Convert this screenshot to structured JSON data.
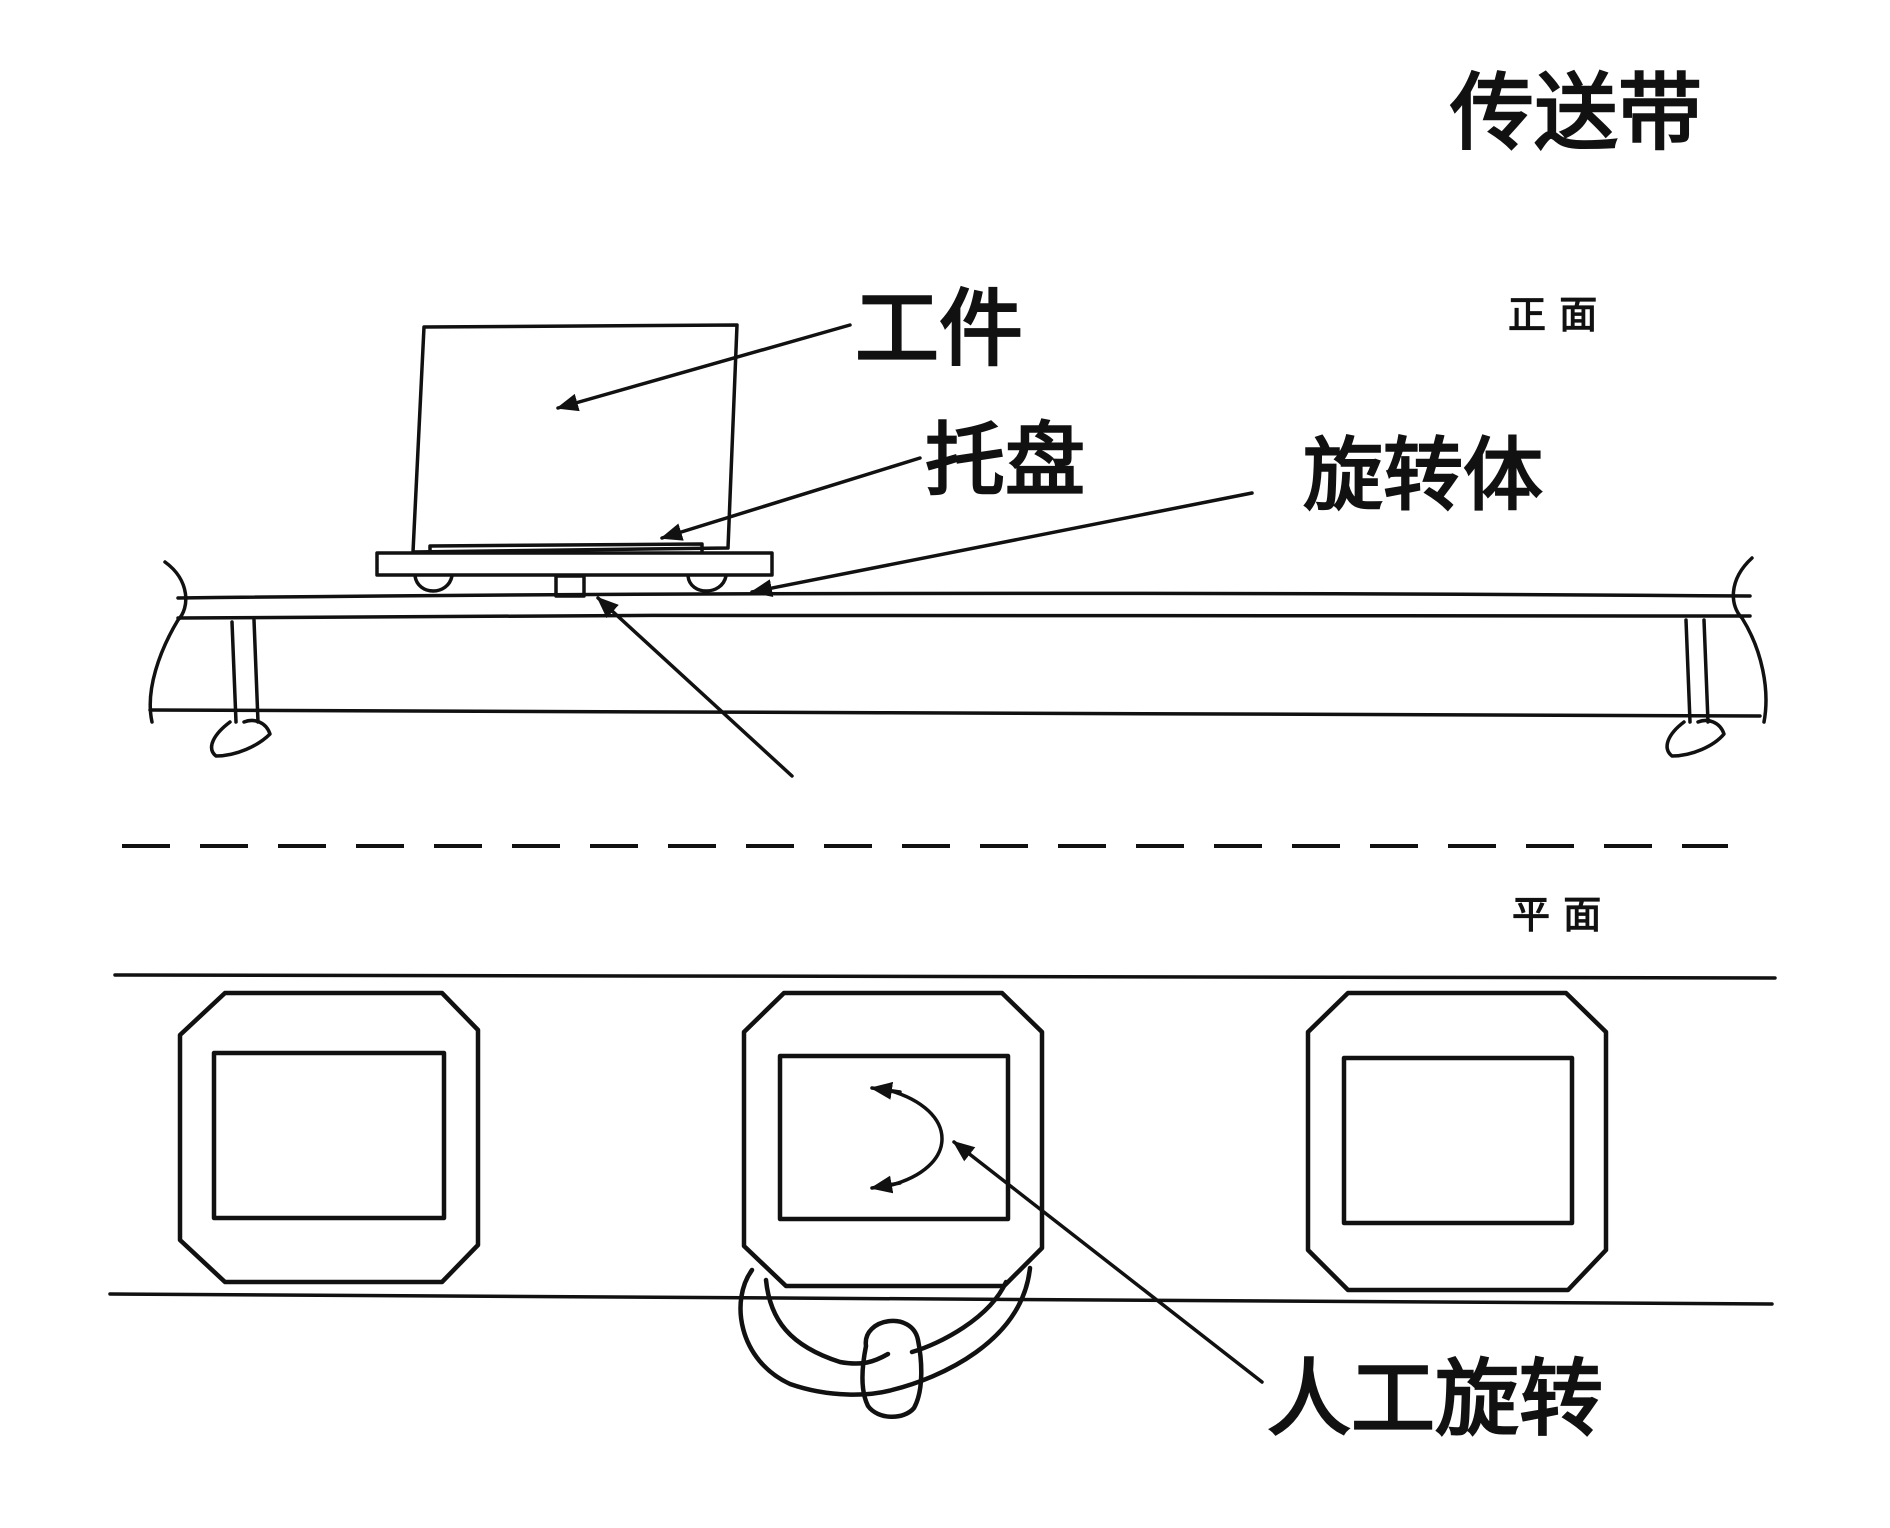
{
  "labels": {
    "conveyor_belt": "传送带",
    "front_view": "正 面",
    "workpiece": "工件",
    "pallet": "托盘",
    "rotator": "旋转体",
    "plan_view": "平 面",
    "manual_rotation": "人工旋转"
  }
}
